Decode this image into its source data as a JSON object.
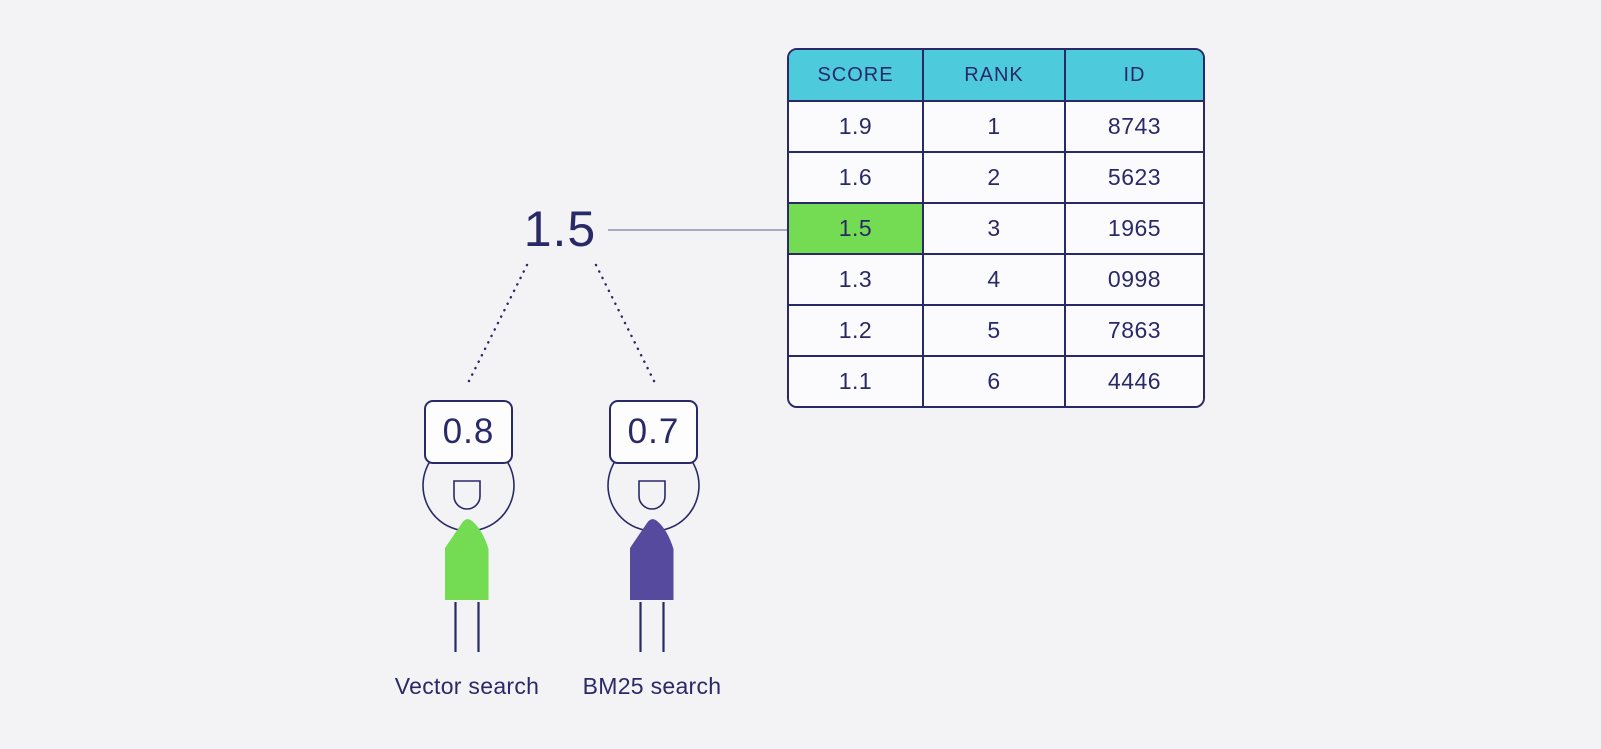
{
  "colors": {
    "background": "#f3f3f5",
    "navy": "#2a2968",
    "cyan_header": "#4ecadd",
    "green": "#74dc52",
    "purple": "#554a9e",
    "connector_gray": "#8f92ad",
    "cell_bg": "#fbfbfd",
    "sign_bg": "#fdfdfe"
  },
  "combined_score": "1.5",
  "table": {
    "columns": [
      "SCORE",
      "RANK",
      "ID"
    ],
    "rows": [
      {
        "score": "1.9",
        "rank": "1",
        "id": "8743",
        "highlight": false
      },
      {
        "score": "1.6",
        "rank": "2",
        "id": "5623",
        "highlight": false
      },
      {
        "score": "1.5",
        "rank": "3",
        "id": "1965",
        "highlight": true
      },
      {
        "score": "1.3",
        "rank": "4",
        "id": "0998",
        "highlight": false
      },
      {
        "score": "1.2",
        "rank": "5",
        "id": "7863",
        "highlight": false
      },
      {
        "score": "1.1",
        "rank": "6",
        "id": "4446",
        "highlight": false
      }
    ]
  },
  "figures": [
    {
      "score": "0.8",
      "label": "Vector search",
      "color": "#74dc52"
    },
    {
      "score": "0.7",
      "label": "BM25 search",
      "color": "#554a9e"
    }
  ]
}
